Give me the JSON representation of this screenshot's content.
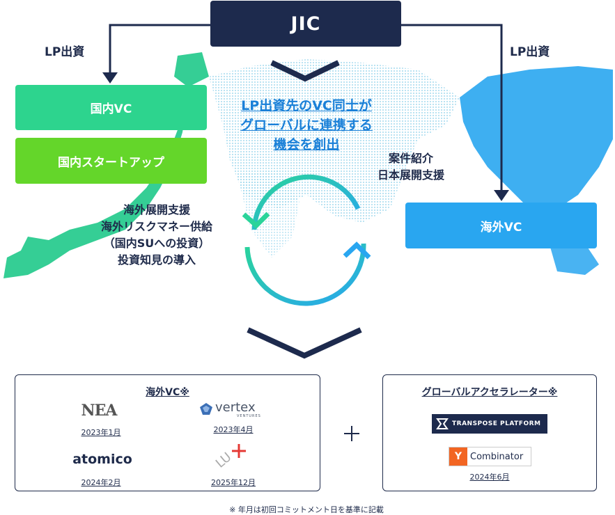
{
  "top_node": {
    "label": "JIC"
  },
  "lp_left": "LP出資",
  "lp_right": "LP出資",
  "domestic_vc": "国内VC",
  "domestic_startup": "国内スタートアップ",
  "overseas_vc": "海外VC",
  "center_text": [
    "LP出資先のVC同士が",
    "グローバルに連携する",
    "機会を創出"
  ],
  "right_flow_text": [
    "案件紹介",
    "日本展開支援"
  ],
  "left_flow_text": [
    "海外展開支援",
    "海外リスクマネー供給",
    "（国内SUへの投資）",
    "投資知見の導入"
  ],
  "overseas_panel": {
    "title": "海外VC※",
    "items": [
      {
        "logo": "NEA",
        "date": "2023年1月"
      },
      {
        "logo": "vertex",
        "logo_sub": "VENTURES",
        "date": "2023年4月"
      },
      {
        "logo": "atomico",
        "date": "2024年2月"
      },
      {
        "logo": "LU",
        "date": "2025年12月"
      }
    ]
  },
  "plus_sign": "+",
  "accelerator_panel": {
    "title": "グローバルアクセラレーター※",
    "items": [
      {
        "logo": "TRANSPOSE PLATFORM"
      },
      {
        "logo_mark": "Y",
        "logo": "Combinator",
        "date": "2024年6月"
      }
    ]
  },
  "footnote": "※ 年月は初回コミットメント日を基準に記載",
  "colors": {
    "navy": "#1d2a4d",
    "domestic_vc": "#2dd48e",
    "domestic_startup": "#64d62a",
    "overseas_vc": "#29a6f0",
    "accent_blue": "#1a80d8"
  }
}
